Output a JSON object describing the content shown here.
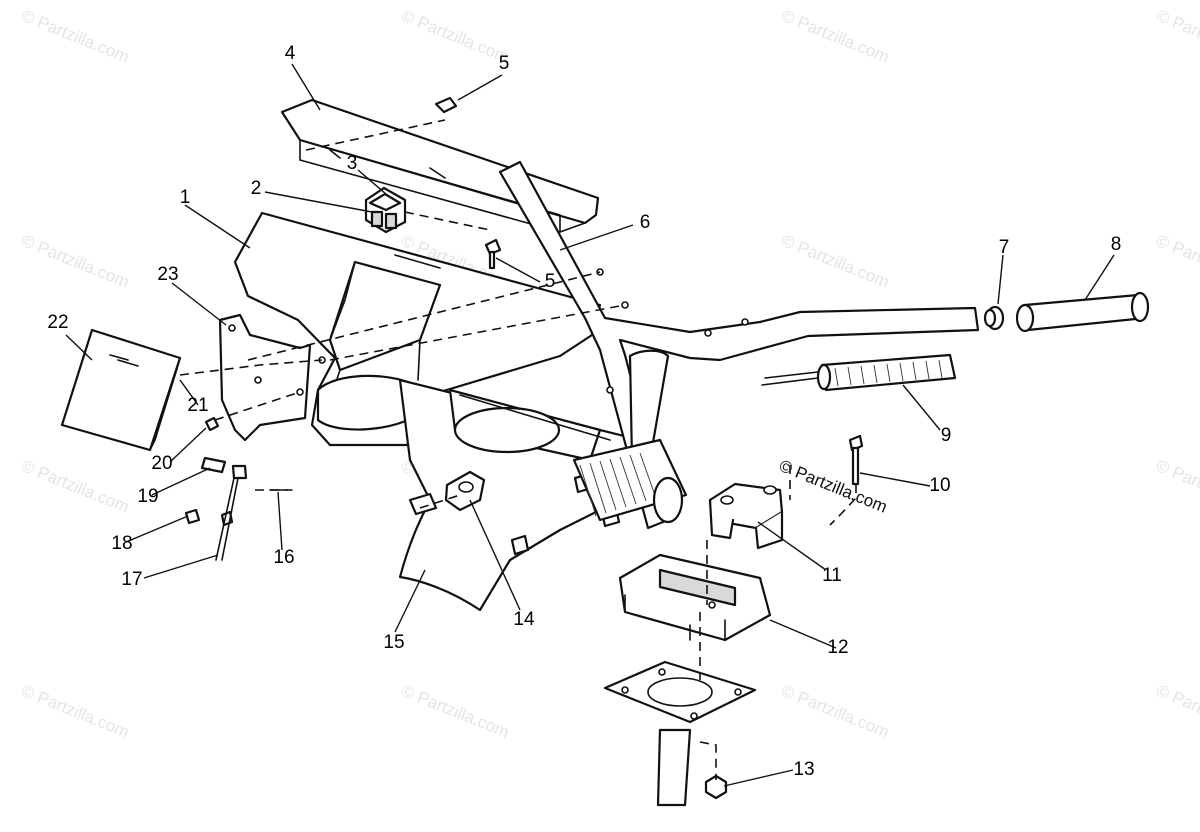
{
  "watermark": {
    "text": "© Partzilla.com"
  },
  "inline_watermark": "© Partzilla.com",
  "callouts": [
    {
      "id": "1",
      "label": "1"
    },
    {
      "id": "2",
      "label": "2"
    },
    {
      "id": "3",
      "label": "3"
    },
    {
      "id": "4",
      "label": "4"
    },
    {
      "id": "5a",
      "label": "5"
    },
    {
      "id": "5b",
      "label": "5"
    },
    {
      "id": "6",
      "label": "6"
    },
    {
      "id": "7",
      "label": "7"
    },
    {
      "id": "8",
      "label": "8"
    },
    {
      "id": "9",
      "label": "9"
    },
    {
      "id": "10",
      "label": "10"
    },
    {
      "id": "11",
      "label": "11"
    },
    {
      "id": "12",
      "label": "12"
    },
    {
      "id": "13",
      "label": "13"
    },
    {
      "id": "14",
      "label": "14"
    },
    {
      "id": "15",
      "label": "15"
    },
    {
      "id": "16",
      "label": "16"
    },
    {
      "id": "17",
      "label": "17"
    },
    {
      "id": "18",
      "label": "18"
    },
    {
      "id": "19",
      "label": "19"
    },
    {
      "id": "20",
      "label": "20"
    },
    {
      "id": "21",
      "label": "21"
    },
    {
      "id": "22",
      "label": "22"
    },
    {
      "id": "23",
      "label": "23"
    }
  ]
}
